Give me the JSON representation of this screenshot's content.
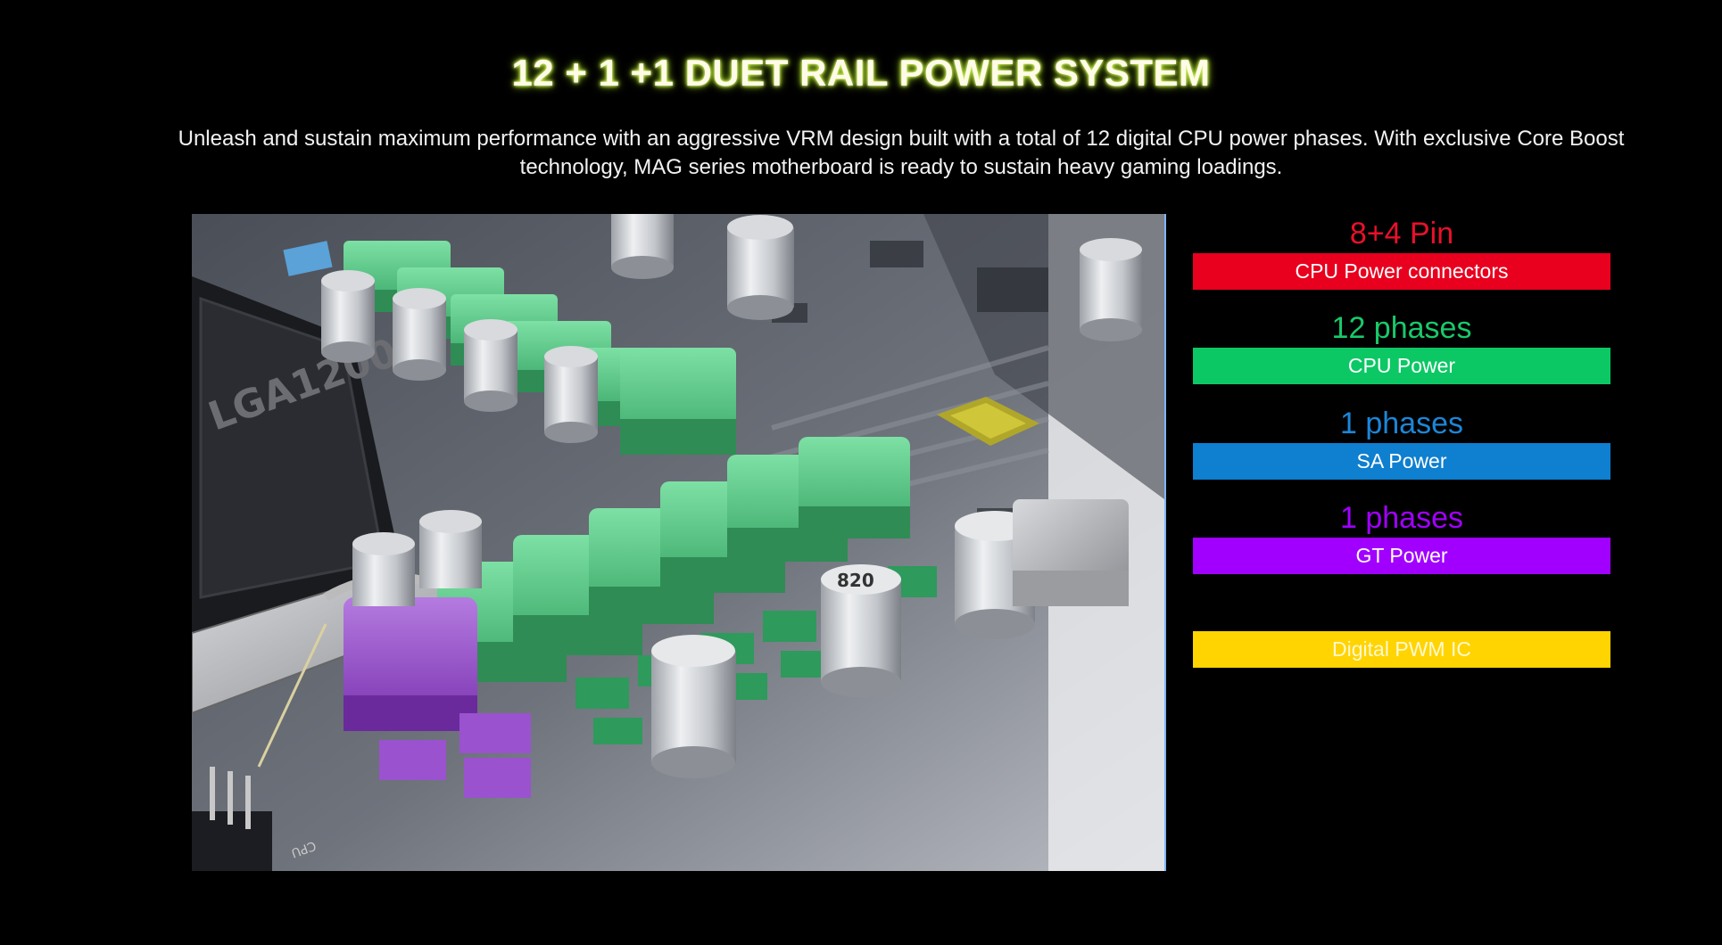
{
  "header": {
    "title": "12 + 1 +1 DUET RAIL POWER SYSTEM",
    "description": "Unleash and sustain maximum performance with an aggressive VRM design built with a total of 12 digital CPU power phases. With exclusive Core Boost technology, MAG series motherboard is ready to sustain heavy gaming loadings."
  },
  "image": {
    "chip_text": "LGA1200",
    "capacitor_text": "820",
    "corner_label": "CPU"
  },
  "legend": [
    {
      "value": "8+4 Pin",
      "label": "CPU Power connectors",
      "value_color": "#e8102a",
      "bar_color": "#e8001e"
    },
    {
      "value": "12 phases",
      "label": "CPU Power",
      "value_color": "#19c96a",
      "bar_color": "#0bc865"
    },
    {
      "value": "1 phases",
      "label": "SA Power",
      "value_color": "#1c86d8",
      "bar_color": "#0f7fcf"
    },
    {
      "value": "1 phases",
      "label": "GT Power",
      "value_color": "#a100ff",
      "bar_color": "#a100ff"
    },
    {
      "value": "",
      "label": "Digital PWM IC",
      "value_color": "#ffd400",
      "bar_color": "#ffd400"
    }
  ]
}
